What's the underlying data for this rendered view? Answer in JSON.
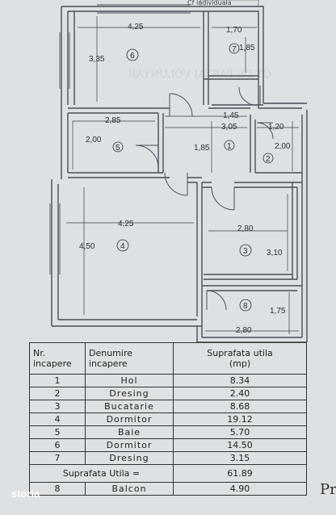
{
  "header_text": "Cf individuala",
  "dimensions": {
    "room6_width": "4,25",
    "room6_height": "3,35",
    "room7_width": "1,70",
    "room7_height": "1,85",
    "room5_width": "2,85",
    "room5_height": "2,00",
    "hall_width_a": "1,45",
    "hall_width_b": "3,05",
    "hall_height": "1,85",
    "room2_width": "1,20",
    "room2_height": "2,00",
    "room4_width": "4,25",
    "room4_height": "4,50",
    "room3_width": "2,80",
    "room3_height": "3,10",
    "room8_height": "1,75",
    "room8_width": "2,80"
  },
  "room_numbers": [
    "1",
    "2",
    "3",
    "4",
    "5",
    "6",
    "7",
    "8"
  ],
  "table": {
    "col1": "Nr.\nincapere",
    "col2": "Denumire\nincapere",
    "col3": "Suprafata utila\n(mp)",
    "rows": [
      {
        "nr": "1",
        "name": "Hol",
        "area": "8.34"
      },
      {
        "nr": "2",
        "name": "Dresing",
        "area": "2.40"
      },
      {
        "nr": "3",
        "name": "Bucatarie",
        "area": "8.68"
      },
      {
        "nr": "4",
        "name": "Dormitor",
        "area": "19.12"
      },
      {
        "nr": "5",
        "name": "Baie",
        "area": "5.70"
      },
      {
        "nr": "6",
        "name": "Dormitor",
        "area": "14.50"
      },
      {
        "nr": "7",
        "name": "Dresing",
        "area": "3.15"
      }
    ],
    "total_label": "Suprafata Utila =",
    "total_value": "61.89",
    "balcony": {
      "nr": "8",
      "name": "Balcon",
      "area": "4.90"
    }
  },
  "watermark": "storia",
  "edge_text": "Pr"
}
